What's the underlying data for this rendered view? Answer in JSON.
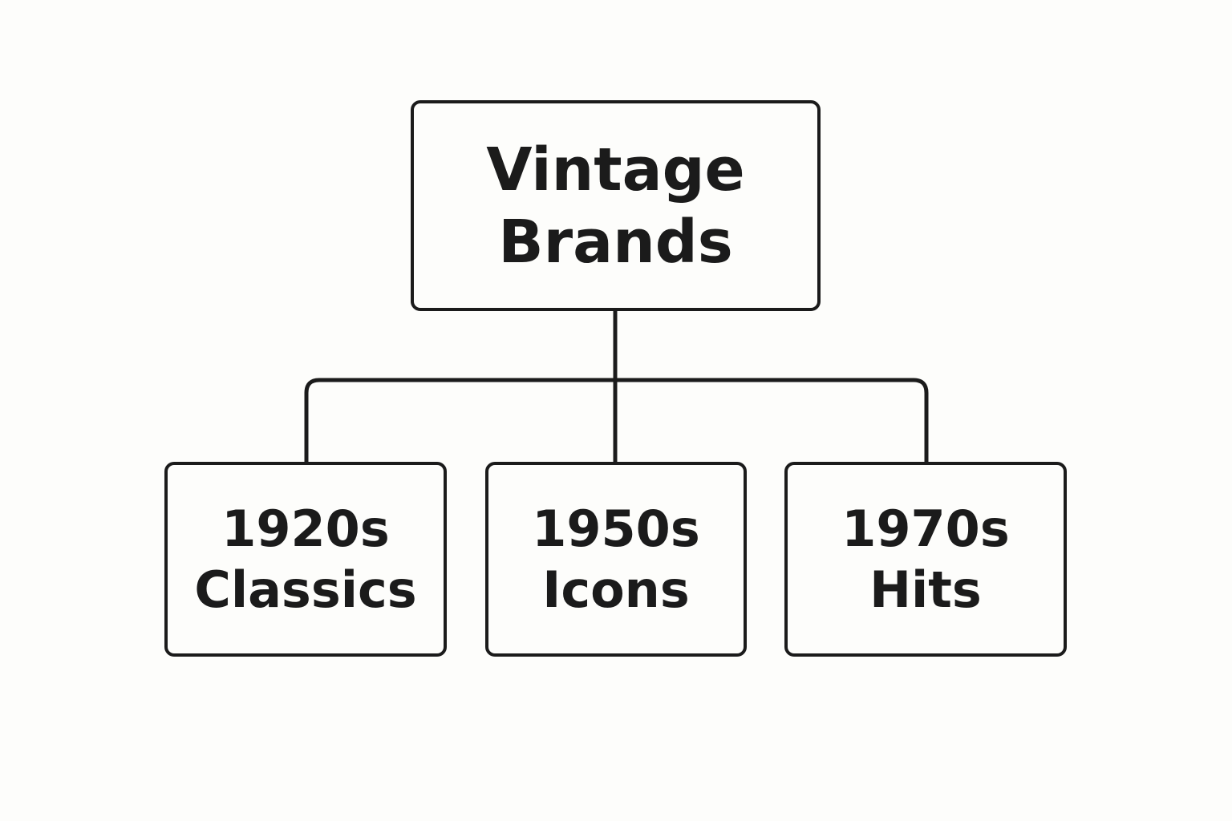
{
  "diagram": {
    "type": "hierarchy",
    "root": {
      "line1": "Vintage",
      "line2": "Brands"
    },
    "children": [
      {
        "line1": "1920s",
        "line2": "Classics"
      },
      {
        "line1": "1950s",
        "line2": "Icons"
      },
      {
        "line1": "1970s",
        "line2": "Hits"
      }
    ]
  },
  "colors": {
    "stroke": "#1b1b1b",
    "background": "#fdfdfb",
    "text": "#1b1b1b"
  }
}
